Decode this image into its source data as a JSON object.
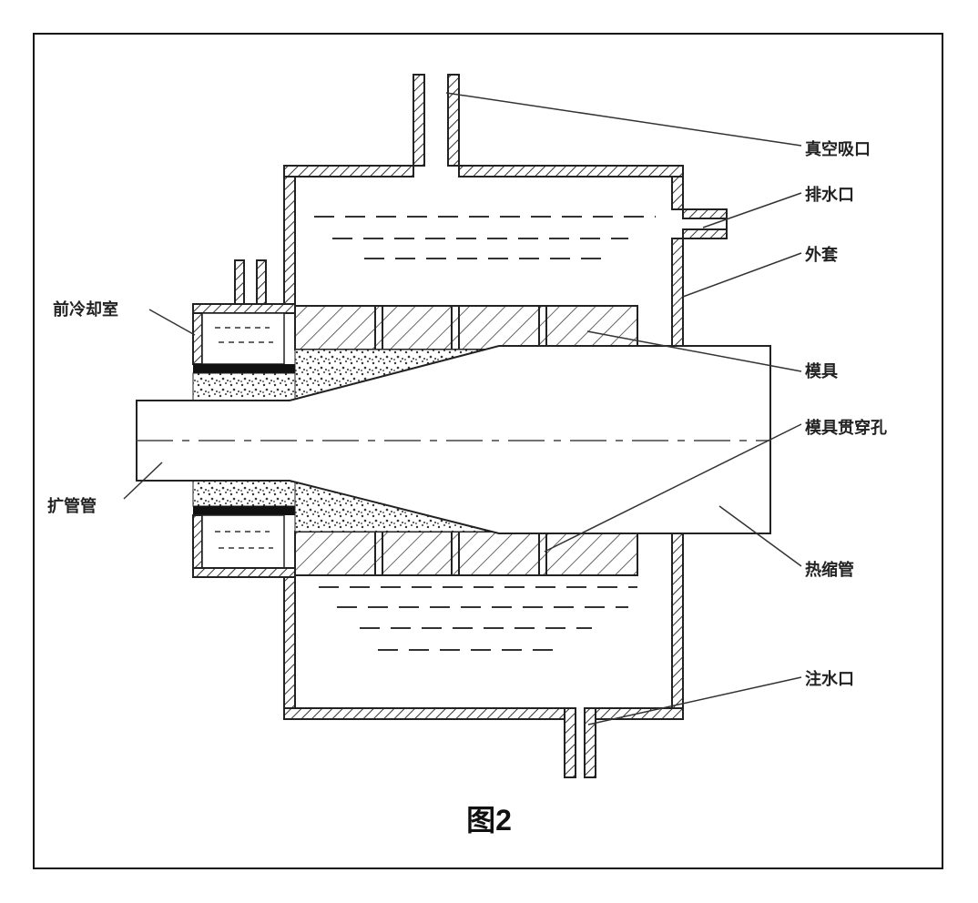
{
  "labels": {
    "vacuum_port": "真空吸口",
    "drain_port": "排水口",
    "outer_shell": "外套",
    "pre_cooling_chamber": "前冷却室",
    "mold": "模具",
    "mold_through_hole": "模具贯穿孔",
    "expansion_pipe": "扩管管",
    "heat_shrink_tube": "热缩管",
    "water_inlet": "注水口"
  },
  "caption": "图2",
  "colors": {
    "line": "#222222",
    "background": "#ffffff"
  }
}
